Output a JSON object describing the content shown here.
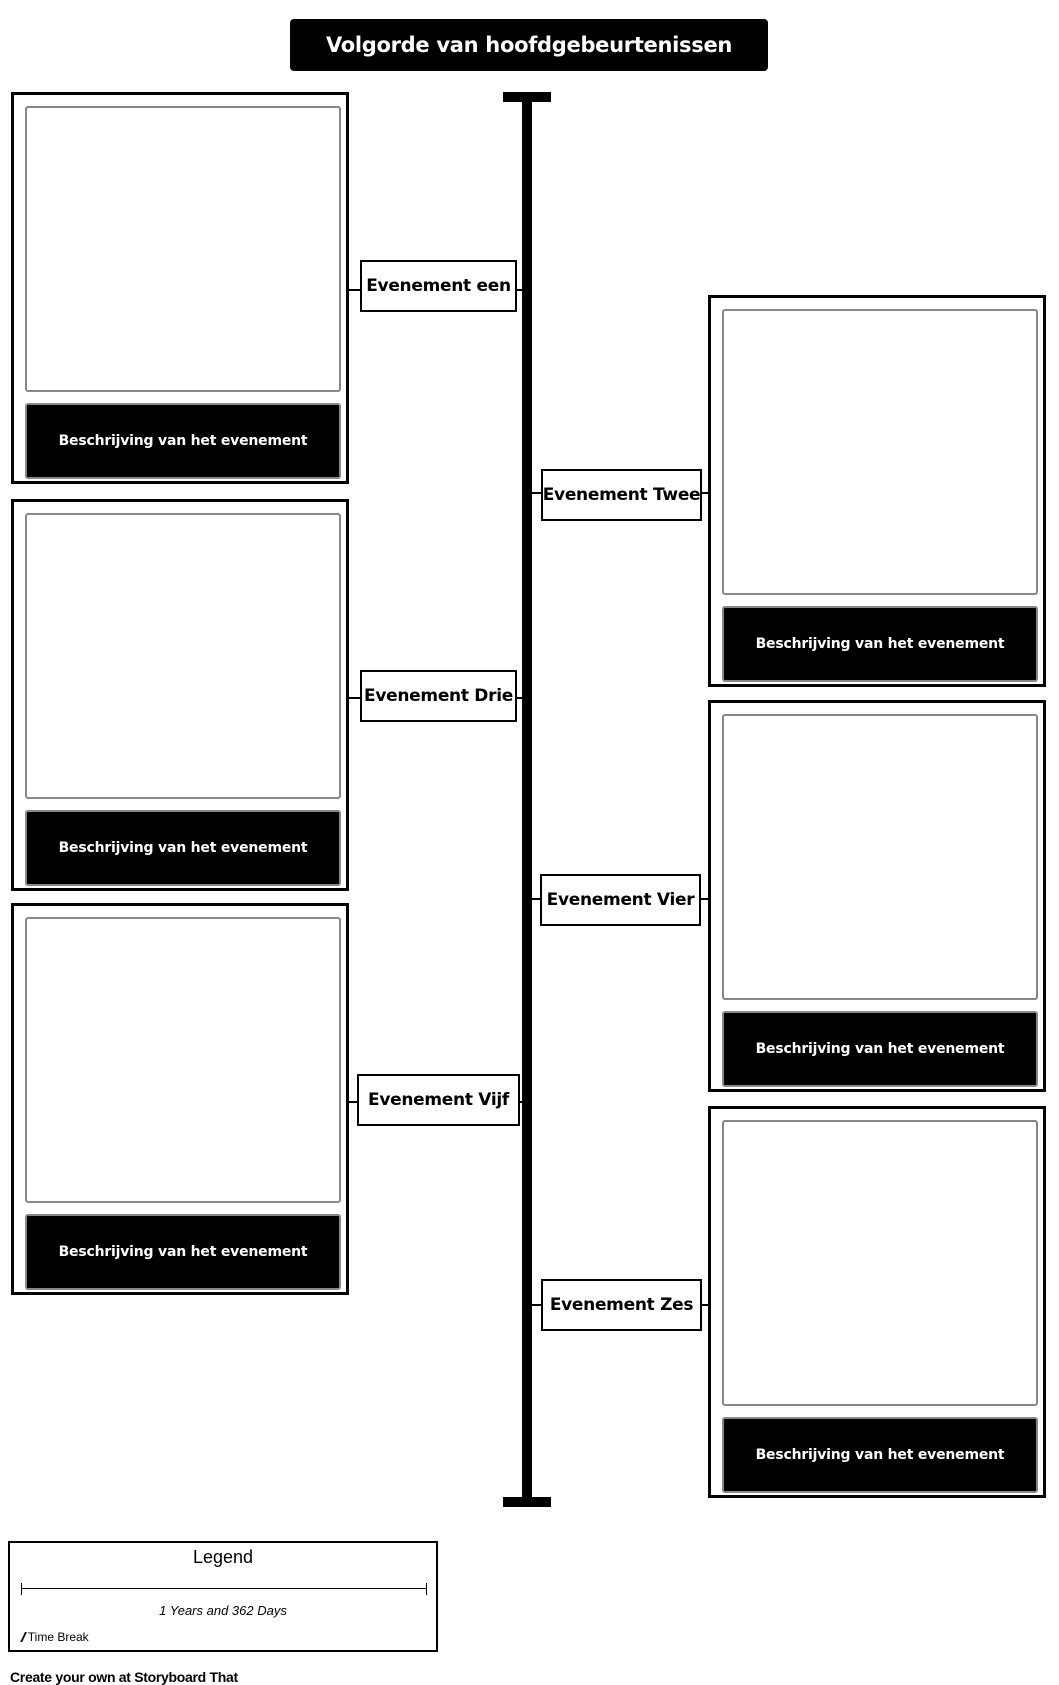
{
  "title": "Volgorde van hoofdgebeurtenissen",
  "events": [
    {
      "label": "Evenement een",
      "description": "Beschrijving van het evenement"
    },
    {
      "label": "Evenement Twee",
      "description": "Beschrijving van het evenement"
    },
    {
      "label": "Evenement Drie",
      "description": "Beschrijving van het evenement"
    },
    {
      "label": "Evenement Vier",
      "description": "Beschrijving van het evenement"
    },
    {
      "label": "Evenement Vijf",
      "description": "Beschrijving van het evenement"
    },
    {
      "label": "Evenement Zes",
      "description": "Beschrijving van het evenement"
    }
  ],
  "legend": {
    "title": "Legend",
    "duration": "1 Years and 362 Days",
    "break_label": "Time Break",
    "break_symbol": "//"
  },
  "footer": "Create your own at Storyboard That"
}
